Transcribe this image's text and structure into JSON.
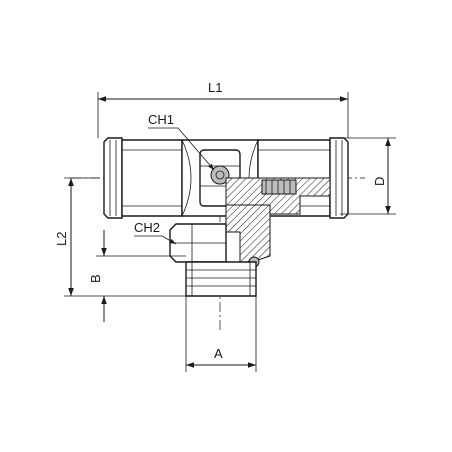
{
  "labels": {
    "l1": "L1",
    "ch1": "CH1",
    "ch2": "CH2",
    "d": "D",
    "l2": "L2",
    "b": "B",
    "a": "A"
  }
}
